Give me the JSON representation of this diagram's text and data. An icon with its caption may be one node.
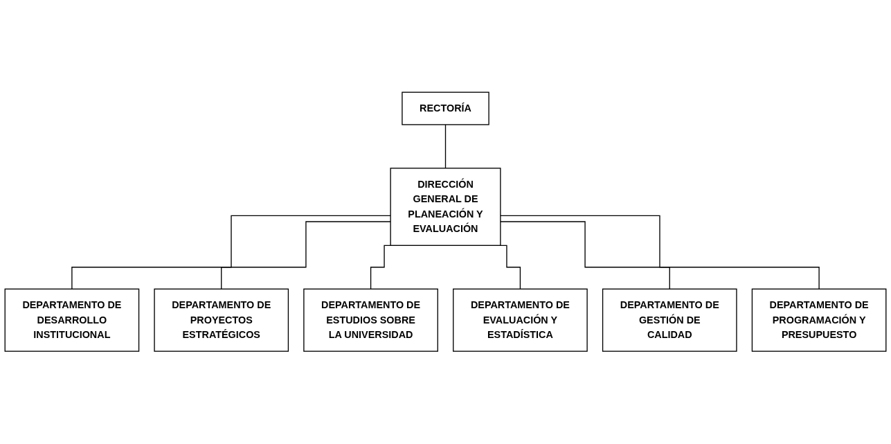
{
  "diagram": {
    "nodes": [
      {
        "text": [
          "RECTORÍA"
        ]
      },
      {
        "text": [
          "DIRECCIÓN GENERAL DE PLANEACIÓN Y EVALUACIÓN"
        ]
      },
      {
        "text": [
          "DEPARTAMENTO DE DESARROLLO INSTITUCIONAL"
        ]
      },
      {
        "text": [
          "DEPARTAMENTO DE PROYECTOS ESTRATÉGICOS"
        ]
      },
      {
        "text": [
          "DEPARTAMENTO DE ESTUDIOS SOBRE LA UNIVERSIDAD"
        ]
      },
      {
        "text": [
          "DEPARTAMENTO DE EVALUACIÓN Y ESTADÍSTICA"
        ]
      },
      {
        "text": [
          "DEPARTAMENTO DE GESTIÓN DE CALIDAD"
        ]
      },
      {
        "text": [
          "DEPARTAMENTO DE PROGRAMACIÓN Y PRESUPUESTO"
        ]
      }
    ],
    "edges": [
      {
        "from": 0,
        "to": 1,
        "arrow": "none"
      },
      {
        "from": 1,
        "to": 2,
        "arrow": "none"
      },
      {
        "from": 1,
        "to": 3,
        "arrow": "none"
      },
      {
        "from": 1,
        "to": 4,
        "arrow": "none"
      },
      {
        "from": 1,
        "to": 5,
        "arrow": "none"
      },
      {
        "from": 1,
        "to": 6,
        "arrow": "none"
      },
      {
        "from": 1,
        "to": 7,
        "arrow": "none"
      }
    ]
  }
}
